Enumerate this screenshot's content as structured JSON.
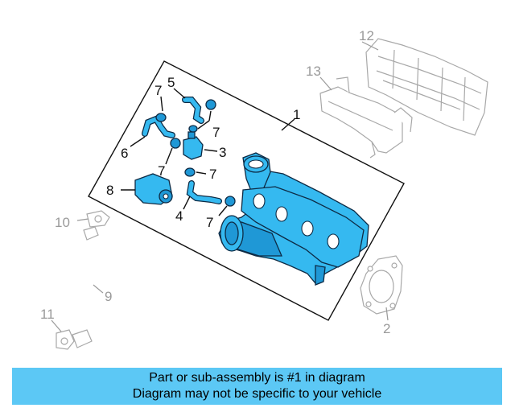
{
  "callouts": {
    "c1": "1",
    "c2": "2",
    "c3": "3",
    "c4": "4",
    "c5": "5",
    "c6": "6",
    "c7a": "7",
    "c7b": "7",
    "c7c": "7",
    "c7d": "7",
    "c7e": "7",
    "c8": "8",
    "c9": "9",
    "c10": "10",
    "c11": "11",
    "c12": "12",
    "c13": "13"
  },
  "banner": {
    "line1": "Part or sub-assembly is #1 in diagram",
    "line2": "Diagram may not be specific to your vehicle"
  },
  "colors": {
    "highlight_part": "#35b9f0",
    "banner_background": "#5cc8f5"
  }
}
